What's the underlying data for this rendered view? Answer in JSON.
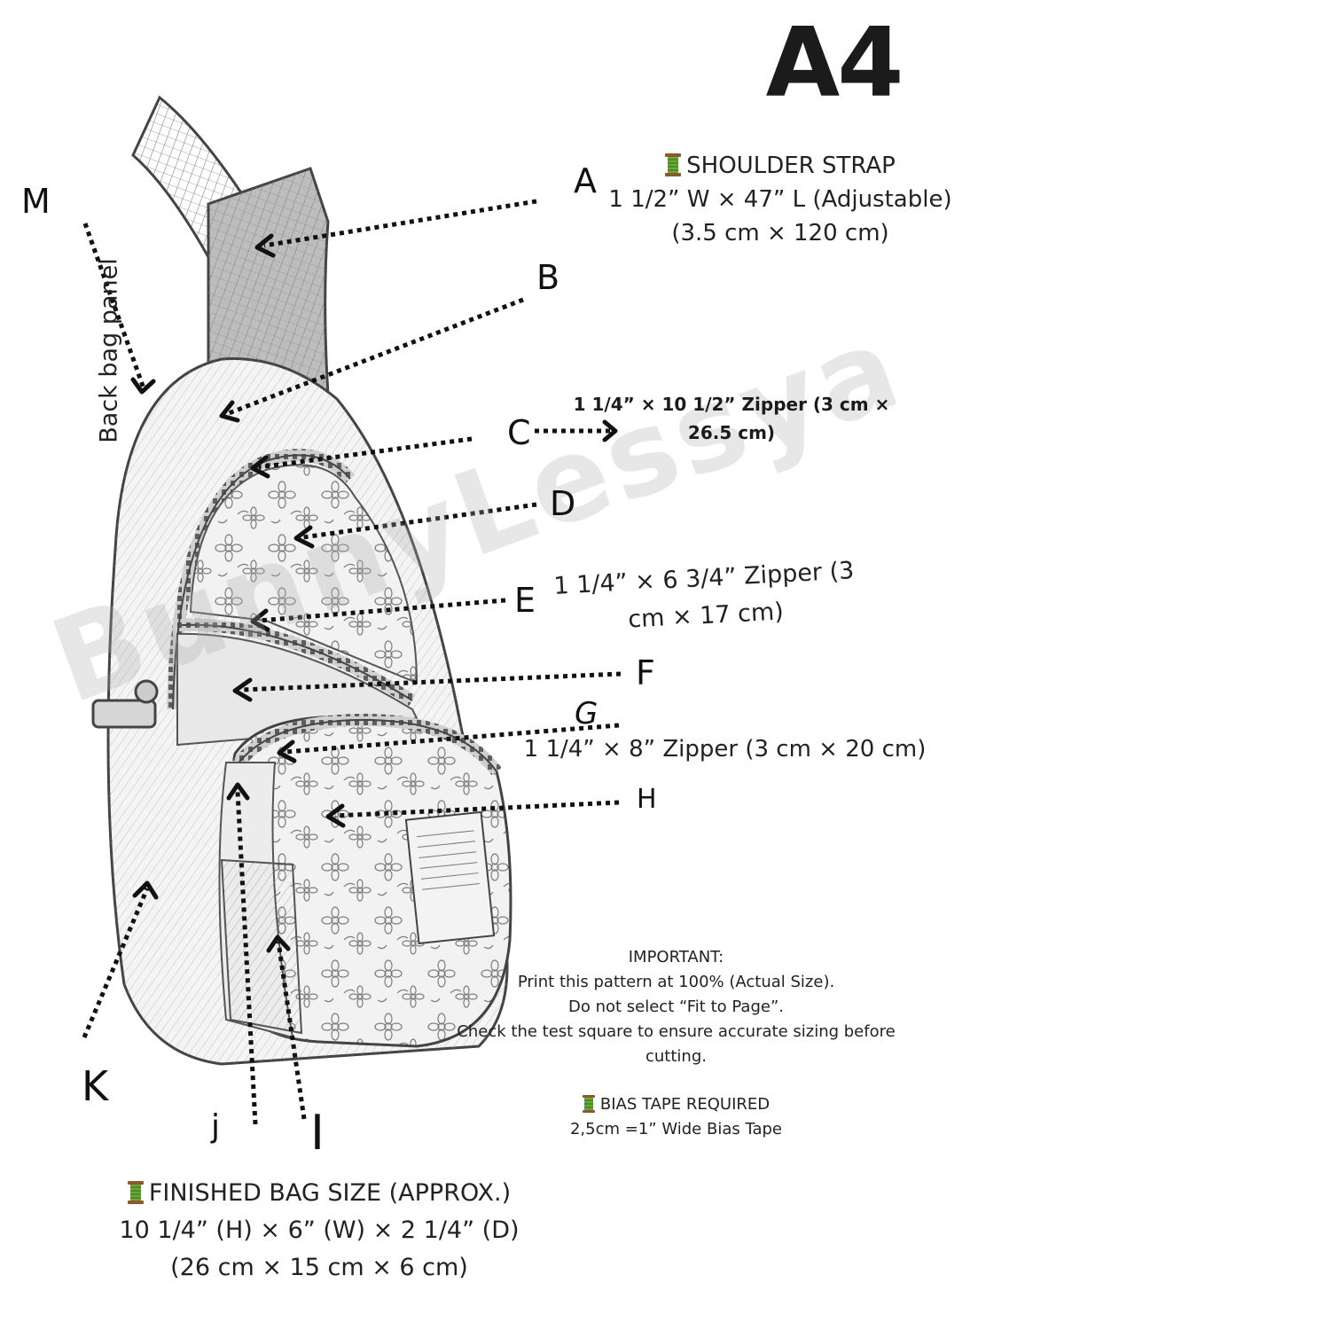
{
  "paper_size": "A4",
  "watermark": "BunnyLessya",
  "labels": {
    "A": "A",
    "B": "B",
    "C": "C",
    "D": "D",
    "E": "E",
    "F": "F",
    "G": "G",
    "H": "H",
    "I": "I",
    "J": "j",
    "K": "K",
    "M": "M"
  },
  "back_panel_label": "Back bag panel",
  "shoulder_strap": {
    "title": "SHOULDER STRAP",
    "line1": "1 1/2” W × 47” L (Adjustable)",
    "line2": "(3.5 cm × 120 cm)"
  },
  "zipper_c": "1 1/4” × 10 1/2” Zipper (3 cm × 26.5 cm)",
  "zipper_e": "1 1/4” × 6 3/4” Zipper (3 cm × 17 cm)",
  "zipper_g": "1 1/4” × 8” Zipper (3 cm × 20 cm)",
  "important": {
    "heading": "IMPORTANT:",
    "line1": "Print this pattern at 100% (Actual Size).",
    "line2": "Do not select “Fit to Page”.",
    "line3": "Check the test square to ensure accurate sizing before cutting."
  },
  "bias_tape": {
    "title": "BIAS TAPE REQUIRED",
    "detail": "2,5cm =1” Wide Bias Tape"
  },
  "finished_size": {
    "title": "FINISHED BAG SIZE (APPROX.)",
    "line1": "10 1/4” (H) × 6” (W) × 2 1/4” (D)",
    "line2": "(26 cm × 15 cm × 6 cm)"
  }
}
